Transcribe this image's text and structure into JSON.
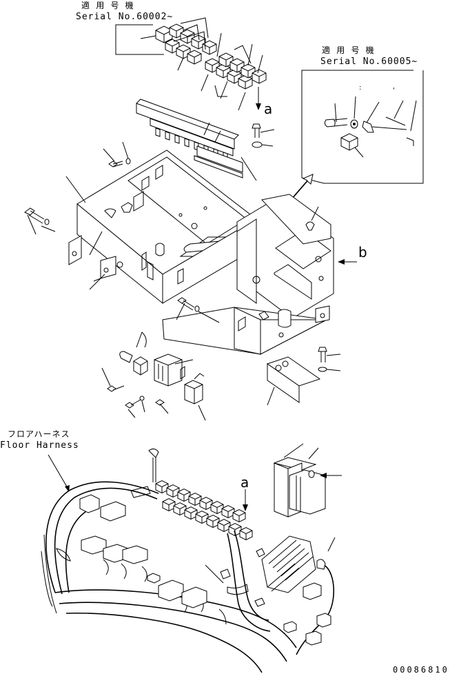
{
  "insets": [
    {
      "heading": "適 用 号 機",
      "serial": "Serial No.60002~"
    },
    {
      "heading": "適 用 号 機",
      "serial": "Serial No.60005~"
    }
  ],
  "view_markers": {
    "a": "a",
    "b": "b"
  },
  "floor_harness": {
    "ja": "フロアハーネス",
    "en": "Floor Harness"
  },
  "drawing_number": "00086810"
}
